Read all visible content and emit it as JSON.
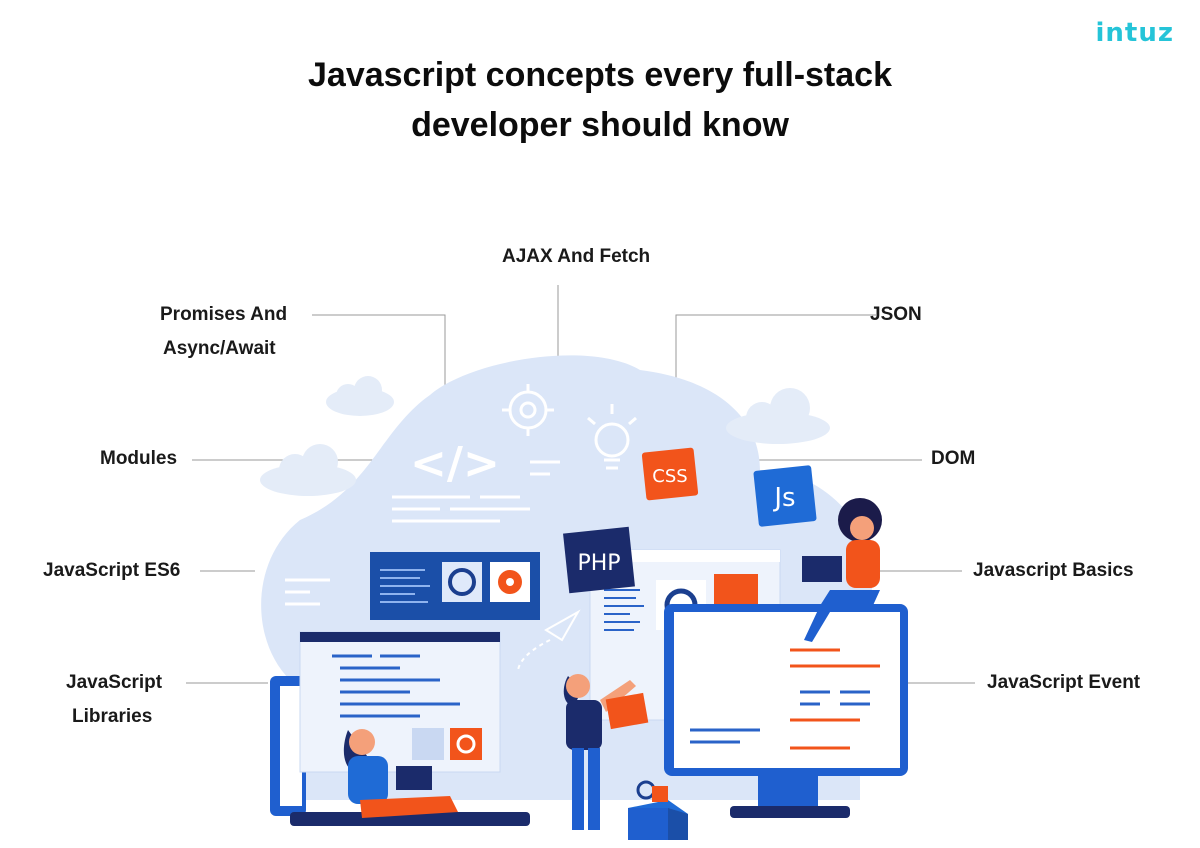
{
  "brand": {
    "logo_text": "intuz"
  },
  "header": {
    "title_line1": "Javascript concepts every full-stack",
    "title_line2": "developer should know"
  },
  "concepts": {
    "ajax": "AJAX And Fetch",
    "promises_line1": "Promises And",
    "promises_line2": "Async/Await",
    "json": "JSON",
    "modules": "Modules",
    "dom": "DOM",
    "es6": "JavaScript ES6",
    "basics": "Javascript Basics",
    "libraries_line1": "JavaScript",
    "libraries_line2": "Libraries",
    "event": "JavaScript Event"
  },
  "illustration": {
    "code_symbol": "</>",
    "css_badge": "CSS",
    "js_badge": "Js",
    "php_badge": "PHP"
  },
  "colors": {
    "logo": "#25c4d8",
    "primary_blue": "#1f5fcf",
    "light_blue": "#dbe6f8",
    "accent_orange": "#f2541b",
    "navy": "#1b2b6b"
  }
}
